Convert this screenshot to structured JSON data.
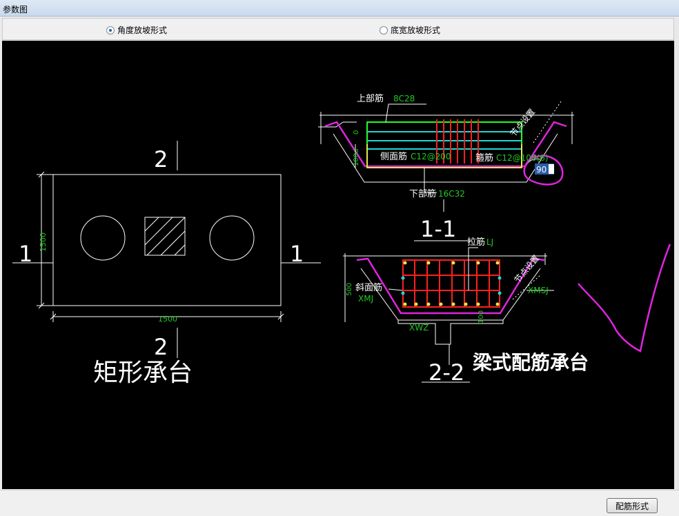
{
  "window": {
    "title": "参数图"
  },
  "options": {
    "radio1": {
      "label": "角度放坡形式",
      "selected": true
    },
    "radio2": {
      "label": "底宽放坡形式",
      "selected": false
    }
  },
  "drawing": {
    "left": {
      "section_top": "2",
      "section_bottom": "2",
      "section_left": "1",
      "section_right": "1",
      "dim_height": "1500",
      "dim_width": "1500",
      "caption": "矩形承台"
    },
    "sec11": {
      "top_rebar_label": "上部筋",
      "top_rebar_value": "8C28",
      "side_rebar_label": "侧面筋",
      "side_rebar_value": "C12@200",
      "stirrup_label": "箍筋",
      "stirrup_value": "C12@100(6)",
      "bottom_rebar_label": "下部筋",
      "bottom_rebar_value": "16C32",
      "node_setting": "节点设置",
      "angle_value": "90",
      "dim_0": "0",
      "dim_100d": "100d",
      "title": "1-1"
    },
    "sec22": {
      "tie_label": "拉筋",
      "tie_value": "LJ",
      "slope_label": "斜面筋",
      "slope_value": "XMJ",
      "xmsj": "XMSJ",
      "xwz": "XWZ",
      "dim_500": "500",
      "dim_100": "100",
      "node_setting": "节点设置",
      "title": "2-2",
      "caption": "梁式配筋承台"
    }
  },
  "buttons": {
    "peijin": "配筋形式"
  },
  "colors": {
    "cad_bg": "#000000",
    "green_text": "#22c922",
    "red_rebar": "#ff2020",
    "magenta": "#e024e0",
    "cyan": "#22d6d6",
    "yellow": "#e8e84a"
  }
}
